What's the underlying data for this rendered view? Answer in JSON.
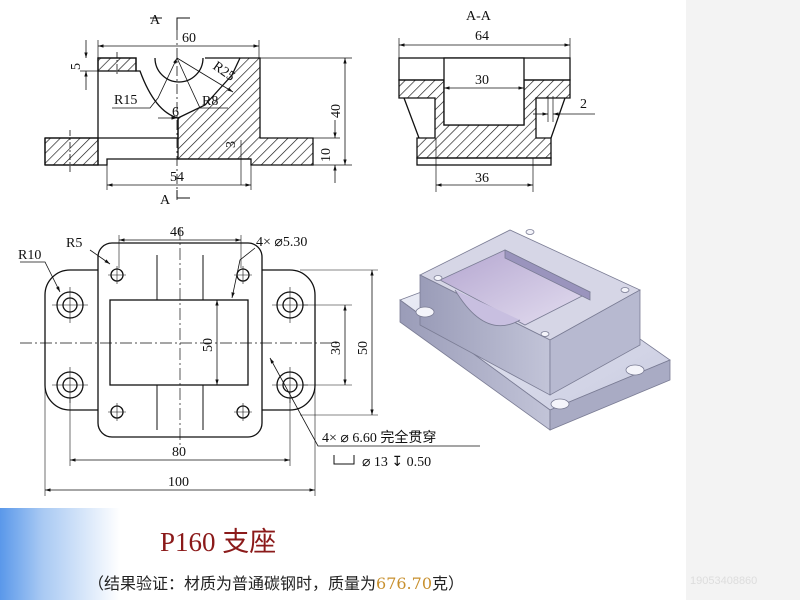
{
  "title": "P160 支座",
  "note": {
    "prefix": "（结果验证：材质为普通碳钢时，质量为",
    "mass": "676.70",
    "suffix": "克）"
  },
  "watermark": "19053408860",
  "front_view": {
    "section_marker": "A",
    "dims": {
      "width_top": "60",
      "height": "40",
      "base_thickness": "10",
      "top_thickness": "5",
      "bottom_recess": "54",
      "r_large": "R25",
      "r_mid": "R15",
      "r_small": "R8",
      "offset": "6",
      "recess_depth": "3"
    }
  },
  "section_view": {
    "label": "A-A",
    "dims": {
      "width": "64",
      "inner": "30",
      "base": "36",
      "wall": "2"
    }
  },
  "top_view": {
    "dims": {
      "hole_pitch": "46",
      "flange_pitch": "80",
      "overall_length": "100",
      "inner_width": "50",
      "flange_pitch_v": "30",
      "overall_width": "50",
      "corner_small": "R5",
      "corner_large": "R10"
    },
    "callout_small_holes": "4× ⌀5.30",
    "callout_large_holes": "4× ⌀ 6.60 完全贯穿",
    "callout_counterbore": "⌀ 13 ↧ 0.50"
  },
  "colors": {
    "title": "#8b1a1a",
    "mass": "#c8902e",
    "accent": "#5a98ea"
  }
}
